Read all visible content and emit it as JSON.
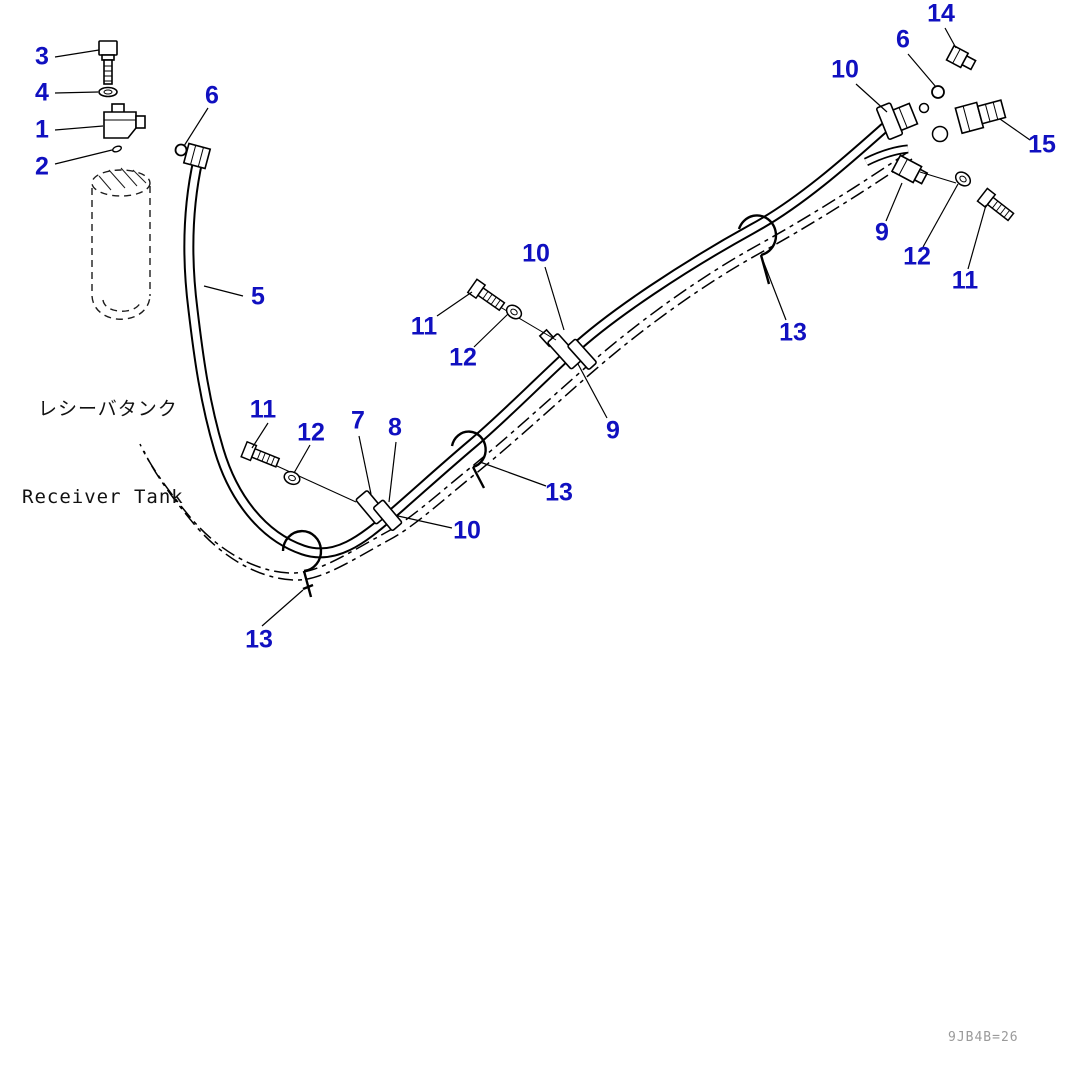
{
  "labels": {
    "tank_label_jp": "レシーバタンク",
    "tank_label_en": "Receiver Tank",
    "drawing_number": "9JB4B=26"
  },
  "colors": {
    "callout": "#1010c0",
    "line": "#000000",
    "muted": "#9a9a9a"
  },
  "callouts": [
    {
      "part": "3"
    },
    {
      "part": "4"
    },
    {
      "part": "1"
    },
    {
      "part": "2"
    },
    {
      "part": "6"
    },
    {
      "part": "5"
    },
    {
      "part": "11"
    },
    {
      "part": "12"
    },
    {
      "part": "10"
    },
    {
      "part": "9"
    },
    {
      "part": "11"
    },
    {
      "part": "12"
    },
    {
      "part": "7"
    },
    {
      "part": "8"
    },
    {
      "part": "10"
    },
    {
      "part": "13"
    },
    {
      "part": "13"
    },
    {
      "part": "13"
    },
    {
      "part": "10"
    },
    {
      "part": "6"
    },
    {
      "part": "14"
    },
    {
      "part": "15"
    },
    {
      "part": "9"
    },
    {
      "part": "12"
    },
    {
      "part": "11"
    }
  ]
}
